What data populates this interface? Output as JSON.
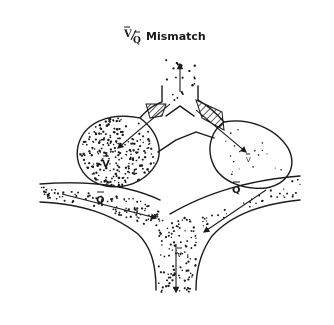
{
  "figure": {
    "title": {
      "v": "V",
      "q": "Q",
      "word": "Mismatch"
    },
    "labels": {
      "left_alveolus_v": "V",
      "right_alveolus_v": "V",
      "left_capillary_q": "Q",
      "right_capillary_q": "Q",
      "outflow_v": "V"
    },
    "colors": {
      "ink": "#1a1a1a",
      "background": "#ffffff"
    }
  }
}
